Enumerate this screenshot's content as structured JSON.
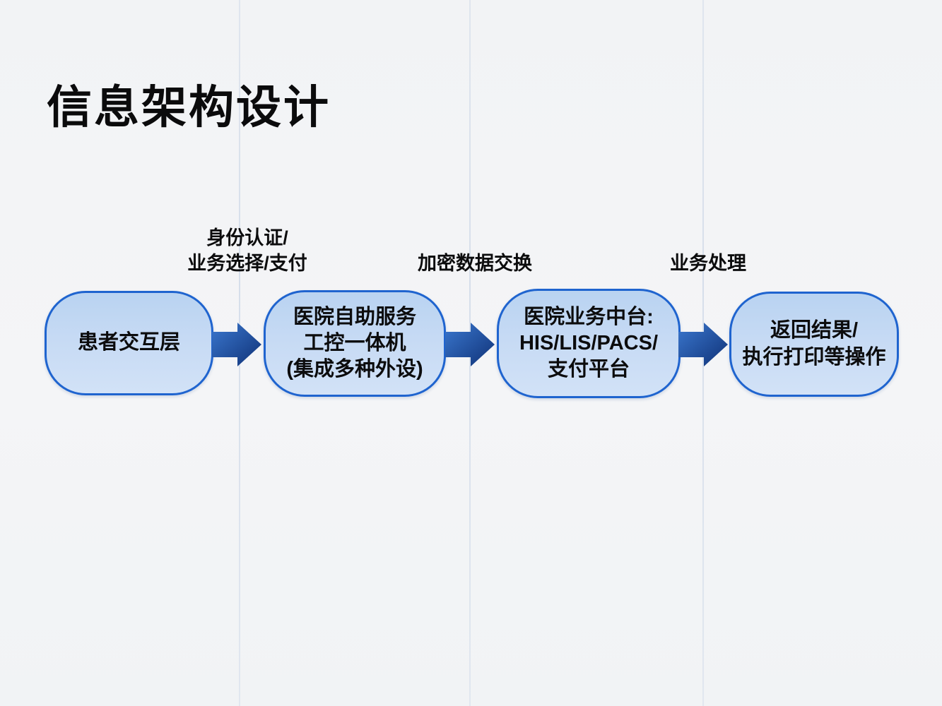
{
  "slide": {
    "title": "信息架构设计"
  },
  "flow": {
    "nodes": [
      {
        "id": "patient-layer",
        "label": "患者交互层"
      },
      {
        "id": "self-service-terminal",
        "label": "医院自助服务\n工控一体机\n(集成多种外设)"
      },
      {
        "id": "hospital-middle-platform",
        "label": "医院业务中台:\nHIS/LIS/PACS/\n支付平台"
      },
      {
        "id": "result-return",
        "label": "返回结果/\n执行打印等操作"
      }
    ],
    "arrow_labels": [
      {
        "label": "身份认证/\n业务选择/支付"
      },
      {
        "label": "加密数据交换"
      },
      {
        "label": "业务处理"
      }
    ]
  },
  "colors": {
    "node_fill_top": "#b9d3f1",
    "node_fill_bottom": "#d2e2f7",
    "node_border": "#1f64cf",
    "arrow_light": "#3b78cf",
    "arrow_dark": "#0f3176",
    "background": "#f3f4f6",
    "text": "#0c0c0d"
  }
}
